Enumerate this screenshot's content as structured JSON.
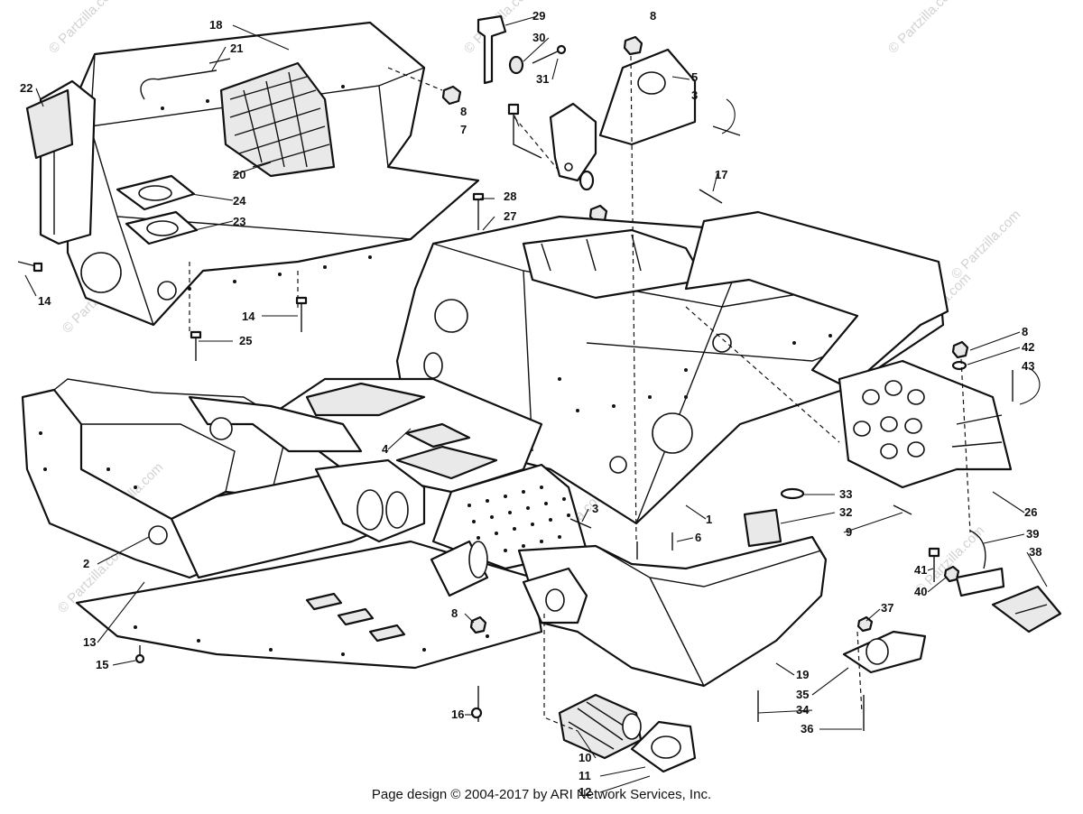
{
  "footer": "Page design © 2004-2017 by ARI Network Services, Inc.",
  "watermark": "© Partzilla.com",
  "callouts": [
    "18",
    "21",
    "22",
    "29",
    "30",
    "31",
    "8",
    "5",
    "3",
    "7",
    "8",
    "17",
    "20",
    "24",
    "23",
    "28",
    "27",
    "14",
    "14",
    "25",
    "4",
    "1",
    "3",
    "33",
    "32",
    "9",
    "26",
    "8",
    "42",
    "43",
    "41",
    "40",
    "39",
    "38",
    "37",
    "6",
    "2",
    "13",
    "15",
    "8",
    "16",
    "19",
    "35",
    "34",
    "36",
    "10",
    "11",
    "12"
  ]
}
